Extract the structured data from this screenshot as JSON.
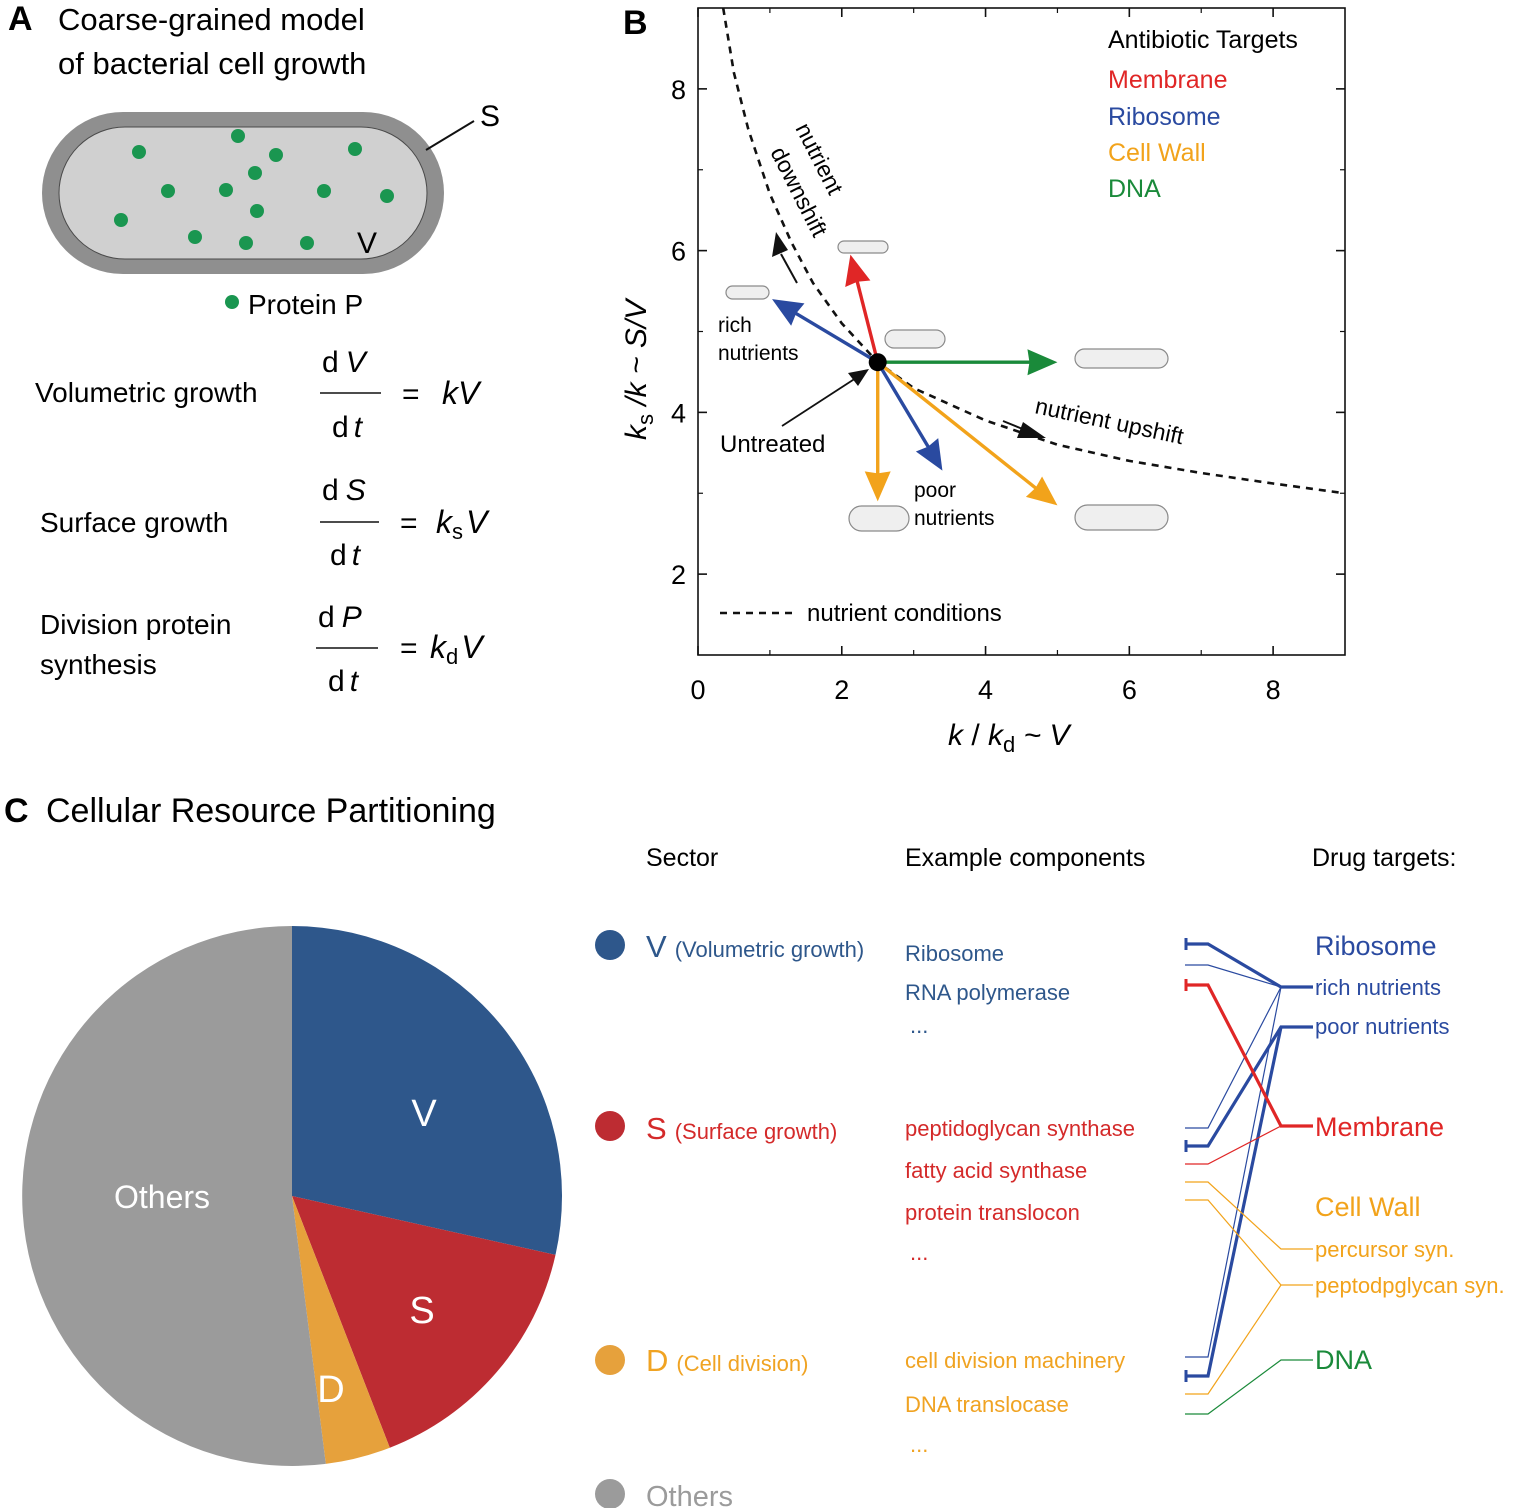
{
  "panel_a": {
    "letter": "A",
    "title_line1": "Coarse-grained model",
    "title_line2": "of bacterial cell growth",
    "label_s": "S",
    "label_v": "V",
    "protein_label": "Protein P",
    "colors": {
      "cell_fill": "#d0d0d0",
      "cell_wall": "#8f8f8f",
      "protein": "#1a9650"
    },
    "eq1": {
      "label": "Volumetric growth",
      "num_d": "d",
      "num_var": "V",
      "den_d": "d",
      "den_var": "t",
      "eq": "=",
      "rhs": "kV"
    },
    "eq2": {
      "label": "Surface growth",
      "num_d": "d",
      "num_var": "S",
      "den_d": "d",
      "den_var": "t",
      "eq": "=",
      "rhs_k": "k",
      "rhs_sub": "s",
      "rhs_v": "V"
    },
    "eq3": {
      "label_line1": "Division protein",
      "label_line2": "synthesis",
      "num_d": "d",
      "num_var": "P",
      "den_d": "d",
      "den_var": "t",
      "eq": "=",
      "rhs_k": "k",
      "rhs_sub": "d",
      "rhs_v": "V"
    }
  },
  "panel_b": {
    "letter": "B",
    "legend_title": "Antibiotic Targets",
    "legend": [
      {
        "label": "Membrane",
        "color": "#e02626"
      },
      {
        "label": "Ribosome",
        "color": "#2a4aa0"
      },
      {
        "label": "Cell Wall",
        "color": "#f2a31b"
      },
      {
        "label": "DNA",
        "color": "#1a8a3a"
      }
    ],
    "ylabel_k": "k",
    "ylabel_sub": "s",
    "ylabel_rest": " /k ~ S/V",
    "xlabel_k": "k",
    "xlabel_sep": " / ",
    "xlabel_k2": "k",
    "xlabel_sub": "d",
    "xlabel_rest": " ~ V",
    "annotations": {
      "downshift_line1": "nutrient",
      "downshift_line2": "downshift",
      "upshift": "nutrient upshift",
      "rich_line1": "rich",
      "rich_line2": "nutrients",
      "poor_line1": "poor",
      "poor_line2": "nutrients",
      "untreated": "Untreated",
      "dashed_legend": "nutrient conditions"
    }
  },
  "chart_data": {
    "type": "line",
    "xlim": [
      0,
      9
    ],
    "ylim": [
      1,
      9
    ],
    "x_ticks": [
      0,
      2,
      4,
      6,
      8
    ],
    "y_ticks": [
      2,
      4,
      6,
      8
    ],
    "x_tick_labels": [
      "0",
      "2",
      "4",
      "6",
      "8"
    ],
    "y_tick_labels": [
      "2",
      "4",
      "6",
      "8"
    ],
    "grid": false,
    "legend_position": "top-right",
    "nutrient_curve": {
      "name": "nutrient conditions",
      "x": [
        0.35,
        0.5,
        0.7,
        1.0,
        1.3,
        1.6,
        2.0,
        2.5,
        3.0,
        4.0,
        5.0,
        6.0,
        7.0,
        8.0,
        9.0
      ],
      "y": [
        9.0,
        8.2,
        7.5,
        6.7,
        6.1,
        5.6,
        5.1,
        4.62,
        4.3,
        3.9,
        3.6,
        3.4,
        3.25,
        3.12,
        3.0
      ]
    },
    "untreated_point": {
      "x": 2.5,
      "y": 4.62
    },
    "arrows": [
      {
        "target": "Membrane",
        "from": [
          2.5,
          4.62
        ],
        "to": [
          2.12,
          5.95
        ]
      },
      {
        "target": "Ribosome",
        "from": [
          2.5,
          4.62
        ],
        "to": [
          1.03,
          5.4
        ]
      },
      {
        "target": "Ribosome",
        "from": [
          2.5,
          4.62
        ],
        "to": [
          3.4,
          3.28
        ]
      },
      {
        "target": "Cell Wall",
        "from": [
          2.5,
          4.62
        ],
        "to": [
          2.5,
          2.9
        ]
      },
      {
        "target": "Cell Wall",
        "from": [
          2.5,
          4.62
        ],
        "to": [
          5.0,
          2.85
        ]
      },
      {
        "target": "DNA",
        "from": [
          2.5,
          4.62
        ],
        "to": [
          5.0,
          4.62
        ]
      }
    ]
  },
  "panel_c": {
    "letter": "C",
    "title": "Cellular Resource Partitioning",
    "col_sector": "Sector",
    "col_components": "Example components",
    "col_targets": "Drug targets:",
    "pie": {
      "slices": [
        {
          "label": "V",
          "value": 28.5,
          "color": "#2e578b"
        },
        {
          "label": "S",
          "value": 15.6,
          "color": "#bd2c32"
        },
        {
          "label": "D",
          "value": 3.9,
          "color": "#e6a13c"
        },
        {
          "label": "Others",
          "value": 52.0,
          "color": "#9b9b9b"
        }
      ]
    },
    "sectors": [
      {
        "letter": "V",
        "desc": "(Volumetric growth)",
        "color": "#2e578b",
        "components": [
          "Ribosome",
          "RNA polymerase",
          "..."
        ]
      },
      {
        "letter": "S",
        "desc": "(Surface growth)",
        "color": "#d42a2a",
        "components": [
          "peptidoglycan synthase",
          "fatty acid synthase",
          "protein translocon",
          "..."
        ]
      },
      {
        "letter": "D",
        "desc": "(Cell division)",
        "color": "#f0a322",
        "components": [
          "cell division machinery",
          "DNA translocase",
          "..."
        ]
      },
      {
        "letter": "",
        "desc": "Others",
        "color": "#9b9b9b",
        "components": []
      }
    ],
    "targets": [
      {
        "label": "Ribosome",
        "color": "#2a4aa0",
        "size": "big"
      },
      {
        "label": "rich nutrients",
        "color": "#2a4aa0",
        "size": "small"
      },
      {
        "label": "poor nutrients",
        "color": "#2a4aa0",
        "size": "small"
      },
      {
        "label": "Membrane",
        "color": "#e02626",
        "size": "big"
      },
      {
        "label": "Cell Wall",
        "color": "#f2a31b",
        "size": "big"
      },
      {
        "label": "percursor syn.",
        "color": "#f2a31b",
        "size": "small"
      },
      {
        "label": "peptodpglycan syn.",
        "color": "#f2a31b",
        "size": "small"
      },
      {
        "label": "DNA",
        "color": "#1a8a3a",
        "size": "big"
      }
    ]
  }
}
